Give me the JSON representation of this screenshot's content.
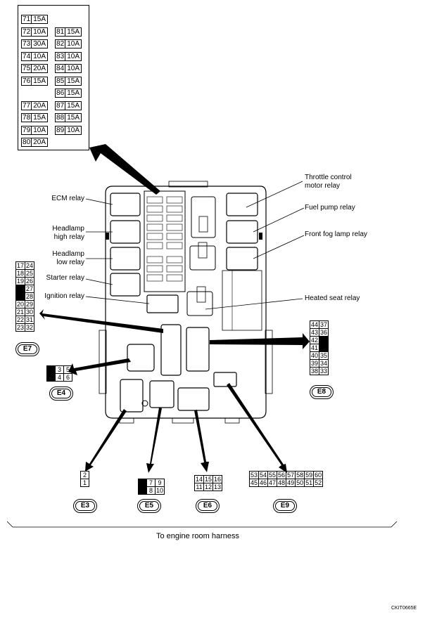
{
  "fuse_panel": {
    "left_column": [
      {
        "num": "71",
        "amp": "15A"
      },
      {
        "num": "72",
        "amp": "10A"
      },
      {
        "num": "73",
        "amp": "30A"
      },
      {
        "num": "74",
        "amp": "10A"
      },
      {
        "num": "75",
        "amp": "20A"
      },
      {
        "num": "76",
        "amp": "15A"
      },
      {
        "num": "77",
        "amp": "20A"
      },
      {
        "num": "78",
        "amp": "15A"
      },
      {
        "num": "79",
        "amp": "10A"
      },
      {
        "num": "80",
        "amp": "20A"
      }
    ],
    "right_column": [
      {
        "num": "81",
        "amp": "15A"
      },
      {
        "num": "82",
        "amp": "10A"
      },
      {
        "num": "83",
        "amp": "10A"
      },
      {
        "num": "84",
        "amp": "10A"
      },
      {
        "num": "85",
        "amp": "15A"
      },
      {
        "num": "86",
        "amp": "15A"
      },
      {
        "num": "87",
        "amp": "15A"
      },
      {
        "num": "88",
        "amp": "15A"
      },
      {
        "num": "89",
        "amp": "10A"
      }
    ]
  },
  "relay_labels": {
    "ecm": "ECM relay",
    "headlamp_high_1": "Headlamp",
    "headlamp_high_2": "high relay",
    "headlamp_low_1": "Headlamp",
    "headlamp_low_2": "low relay",
    "starter": "Starter relay",
    "ignition": "Ignition relay",
    "throttle_1": "Throttle control",
    "throttle_2": "motor relay",
    "fuel_pump": "Fuel pump relay",
    "front_fog": "Front fog lamp relay",
    "heated_seat": "Heated seat relay"
  },
  "connectors": {
    "e7": {
      "id": "E7",
      "rows": [
        [
          "17",
          "24"
        ],
        [
          "18",
          "25"
        ],
        [
          "19",
          "26"
        ],
        [
          "",
          "27"
        ],
        [
          "",
          "28"
        ],
        [
          "20",
          "29"
        ],
        [
          "21",
          "30"
        ],
        [
          "22",
          "31"
        ],
        [
          "23",
          "32"
        ]
      ]
    },
    "e8": {
      "id": "E8",
      "rows": [
        [
          "44",
          "37"
        ],
        [
          "43",
          "36"
        ],
        [
          "42",
          ""
        ],
        [
          "41",
          ""
        ],
        [
          "40",
          "35"
        ],
        [
          "39",
          "34"
        ],
        [
          "38",
          "33"
        ]
      ]
    },
    "e4": {
      "id": "E4",
      "rows": [
        [
          "",
          "3",
          "5"
        ],
        [
          "",
          "4",
          "6"
        ]
      ]
    },
    "e3": {
      "id": "E3",
      "rows": [
        [
          "2"
        ],
        [
          "1"
        ]
      ]
    },
    "e5": {
      "id": "E5",
      "rows": [
        [
          "",
          "7",
          "9"
        ],
        [
          "",
          "8",
          "10"
        ]
      ]
    },
    "e6": {
      "id": "E6",
      "rows": [
        [
          "14",
          "15",
          "16"
        ],
        [
          "11",
          "12",
          "13"
        ]
      ]
    },
    "e9": {
      "id": "E9",
      "rows": [
        [
          "53",
          "54",
          "55",
          "56",
          "57",
          "58",
          "59",
          "60"
        ],
        [
          "45",
          "46",
          "47",
          "48",
          "49",
          "50",
          "51",
          "52"
        ]
      ]
    }
  },
  "footer": {
    "harness": "To engine room harness",
    "code": "CKIT0665E"
  }
}
